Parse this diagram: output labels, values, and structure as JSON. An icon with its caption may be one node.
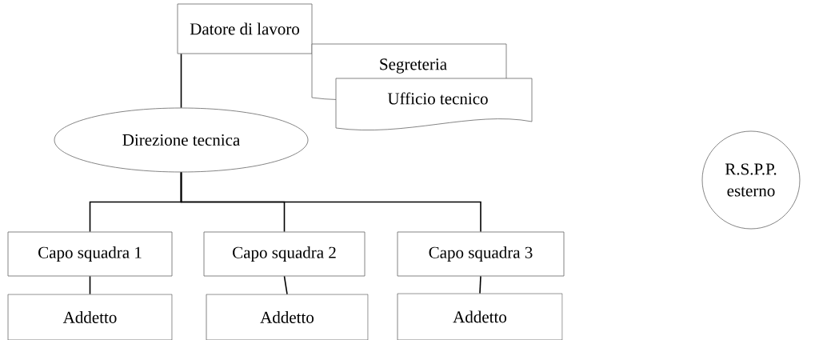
{
  "diagram": {
    "nodes": [
      {
        "text": [
          "Datore di lavoro"
        ]
      },
      {
        "text": [
          "Segreteria"
        ]
      },
      {
        "text": [
          "Ufficio tecnico"
        ]
      },
      {
        "text": [
          "Direzione tecnica"
        ]
      },
      {
        "text": [
          "Capo squadra 1"
        ]
      },
      {
        "text": [
          "Capo squadra 2"
        ]
      },
      {
        "text": [
          "Capo squadra 3"
        ]
      },
      {
        "text": [
          "Addetto"
        ]
      },
      {
        "text": [
          "Addetto"
        ]
      },
      {
        "text": [
          "Addetto"
        ]
      },
      {
        "text": [
          "R.S.P.P. esterno"
        ]
      }
    ],
    "edges": [
      {
        "from": 0,
        "to": 3,
        "arrow": "none"
      },
      {
        "from": 3,
        "to": 4,
        "arrow": "none"
      },
      {
        "from": 3,
        "to": 5,
        "arrow": "none"
      },
      {
        "from": 3,
        "to": 6,
        "arrow": "none"
      },
      {
        "from": 4,
        "to": 7,
        "arrow": "none"
      },
      {
        "from": 5,
        "to": 8,
        "arrow": "none"
      },
      {
        "from": 6,
        "to": 9,
        "arrow": "none"
      }
    ]
  }
}
